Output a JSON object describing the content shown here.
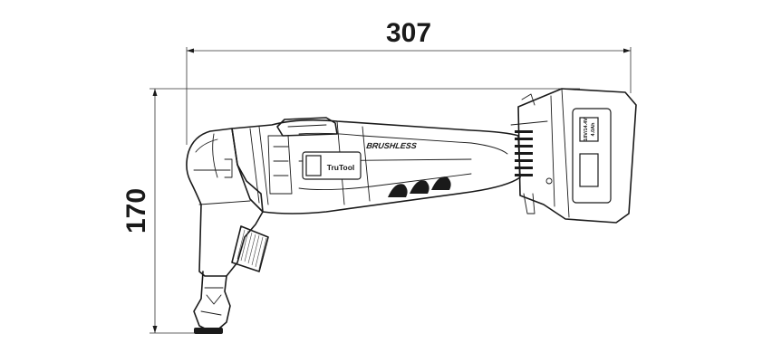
{
  "dimensions": {
    "width_value": "307",
    "height_value": "170"
  },
  "tool_labels": {
    "brand": "TruTool",
    "motor": "BRUSHLESS"
  },
  "battery_labels": {
    "voltage": "18V/14.4V",
    "capacity": "4.0Ah"
  },
  "colors": {
    "line": "#1a1a1a",
    "background": "#ffffff"
  }
}
